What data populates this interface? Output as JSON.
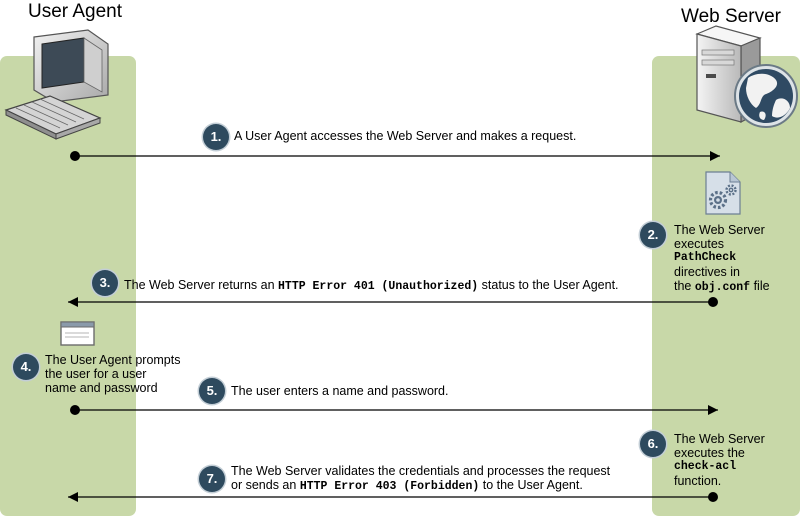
{
  "actors": {
    "client": {
      "title": "User Agent"
    },
    "server": {
      "title": "Web Server"
    }
  },
  "steps": [
    {
      "number": "1.",
      "text": "A User Agent accesses the Web Server and makes a request."
    },
    {
      "number": "2.",
      "line1": "The Web Server",
      "line2": "executes",
      "code1": "PathCheck",
      "line3": "directives in",
      "pre": "the",
      "code2": "obj.conf",
      "post": "file"
    },
    {
      "number": "3.",
      "pre": "The Web Server returns an",
      "code": "HTTP Error 401 (Unauthorized)",
      "post": "status to the User Agent."
    },
    {
      "number": "4.",
      "line1": "The User Agent prompts",
      "line2": "the user for a user",
      "line3": "name and password"
    },
    {
      "number": "5.",
      "text": "The user enters a name and password."
    },
    {
      "number": "6.",
      "line1": "The Web Server",
      "line2": "executes the",
      "code": "check-acl",
      "line3": "function."
    },
    {
      "number": "7.",
      "line1": "The Web Server validates the credentials and processes the request",
      "pre": "or sends an",
      "code": "HTTP Error 403 (Forbidden)",
      "post": "to the User Agent."
    }
  ],
  "icons": {
    "client": "desktop-computer-icon",
    "server": "server-tower-with-globe-icon",
    "config": "config-file-gear-icon",
    "prompt": "login-dialog-window-icon"
  },
  "colors": {
    "lane": "#c8d8a8",
    "badge": "#2e4a5e",
    "arrow": "#000000"
  }
}
